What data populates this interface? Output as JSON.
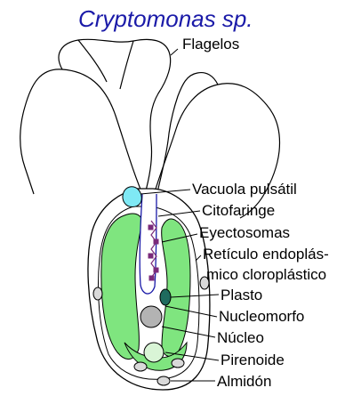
{
  "title": "Cryptomonas sp.",
  "labels": {
    "flagelos": "Flagelos",
    "vacuola": "Vacuola pulsátil",
    "citofaringe": "Citofaringe",
    "eyectosomas": "Eyectosomas",
    "reticulo_1": "Retículo endoplás-",
    "reticulo_2": "mico cloroplástico",
    "plasto": "Plasto",
    "nucleomorfo": "Nucleomorfo",
    "nucleo": "Núcleo",
    "pirenoide": "Pirenoide",
    "almidon": "Almidón"
  },
  "colors": {
    "title": "#1a1aa8",
    "plastid": "#7fe57f",
    "vacuole": "#7fe9f5",
    "nucleomorph": "#1f6b5e",
    "nucleus": "#b3b3b3",
    "pyrenoid": "#d9f5d6",
    "ejectosome": "#7a2a7a",
    "starch": "#d9d9d9"
  }
}
